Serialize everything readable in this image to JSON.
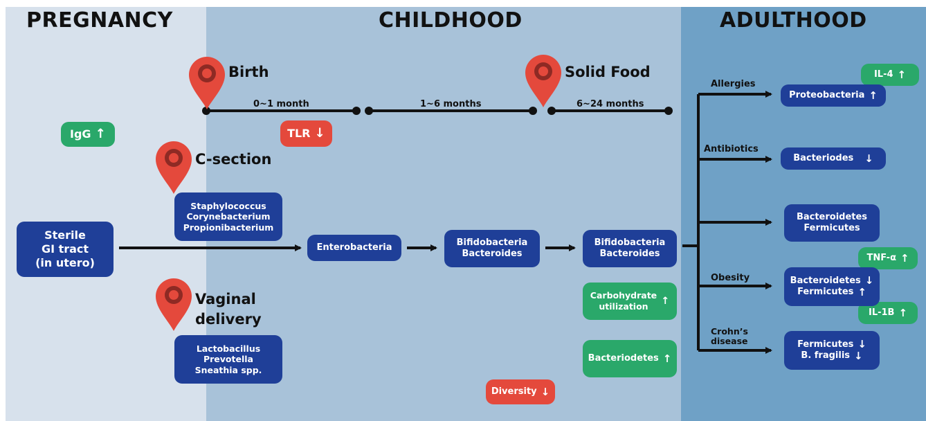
{
  "sections": {
    "pregnancy": "PREGNANCY",
    "childhood": "CHILDHOOD",
    "adulthood": "ADULTHOOD"
  },
  "milestones": {
    "birth": "Birth",
    "solid_food": "Solid Food",
    "c_section": "C-section",
    "vaginal_delivery": [
      "Vaginal",
      "delivery"
    ]
  },
  "timeline": {
    "period1": "0~1 month",
    "period2": "1~6 months",
    "period3": "6~24 months"
  },
  "badges": {
    "igg": "IgG",
    "tlr": "TLR",
    "diversity": "Diversity",
    "carbohydrate": [
      "Carbohydrate",
      "utilization"
    ],
    "bacteriodetes": "Bacteriodetes",
    "il4": "IL-4",
    "tnf": "TNF-α",
    "il1b": "IL-1B"
  },
  "arrows": {
    "up": "↑",
    "down": "↓"
  },
  "nodes": {
    "sterile": [
      "Sterile",
      "GI tract",
      "(in utero)"
    ],
    "csection_bacteria": [
      "Staphylococcus",
      "Corynebacterium",
      "Propionibacterium"
    ],
    "vaginal_bacteria": [
      "Lactobacillus",
      "Prevotella",
      "Sneathia spp."
    ],
    "enterobacteria": "Enterobacteria",
    "stage2": [
      "Bifidobacteria",
      "Bacteroides"
    ],
    "stage3": [
      "Bifidobacteria",
      "Bacteroides"
    ]
  },
  "adult": {
    "allergies": "Allergies",
    "antibiotics": "Antibiotics",
    "obesity": "Obesity",
    "crohns": [
      "Crohn’s",
      "disease"
    ],
    "proteobacteria": "Proteobacteria",
    "bacteriodes": "Bacteriodes",
    "healthy": [
      "Bacteroidetes",
      "Fermicutes"
    ],
    "obesity_result": [
      "Bacteroidetes",
      "Fermicutes"
    ],
    "crohns_result": [
      "Fermicutes",
      "B. fragilis"
    ]
  },
  "colors": {
    "pregnancy_bg": "#d7e1ec",
    "childhood_bg": "#a8c2d9",
    "adulthood_bg": "#6fa1c6",
    "node_blue": "#1f3f98",
    "badge_green": "#2aa86a",
    "badge_red": "#e4493c",
    "pin_red": "#e4493c"
  },
  "icons": {
    "pin": "location-pin-icon"
  }
}
